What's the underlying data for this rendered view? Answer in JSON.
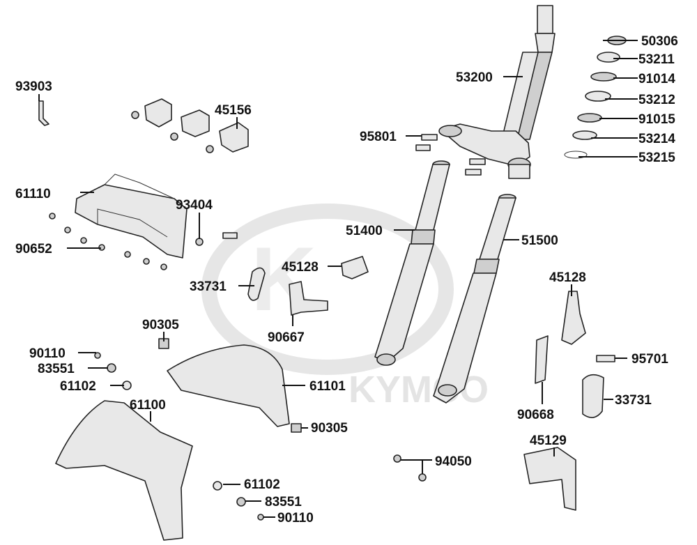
{
  "diagram": {
    "watermark": {
      "brand": "KYMCO",
      "color": "#e4e4e4"
    },
    "colors": {
      "line": "#222222",
      "part_fill": "#e8e8e8",
      "label": "#111111"
    },
    "labels": {
      "p50306": "50306",
      "p53211": "53211",
      "p91014": "91014",
      "p53212": "53212",
      "p91015": "91015",
      "p53214": "53214",
      "p53215": "53215",
      "p53200": "53200",
      "p95801": "95801",
      "p93903": "93903",
      "p45156": "45156",
      "p61110": "61110",
      "p93404": "93404",
      "p90652": "90652",
      "p51400": "51400",
      "p51500": "51500",
      "p45128a": "45128",
      "p45128b": "45128",
      "p33731a": "33731",
      "p33731b": "33731",
      "p90667": "90667",
      "p90305a": "90305",
      "p90305b": "90305",
      "p90110a": "90110",
      "p90110b": "90110",
      "p83551a": "83551",
      "p83551b": "83551",
      "p61102a": "61102",
      "p61102b": "61102",
      "p61101": "61101",
      "p61100": "61100",
      "p95701": "95701",
      "p90668": "90668",
      "p45129": "45129",
      "p94050": "94050"
    }
  }
}
